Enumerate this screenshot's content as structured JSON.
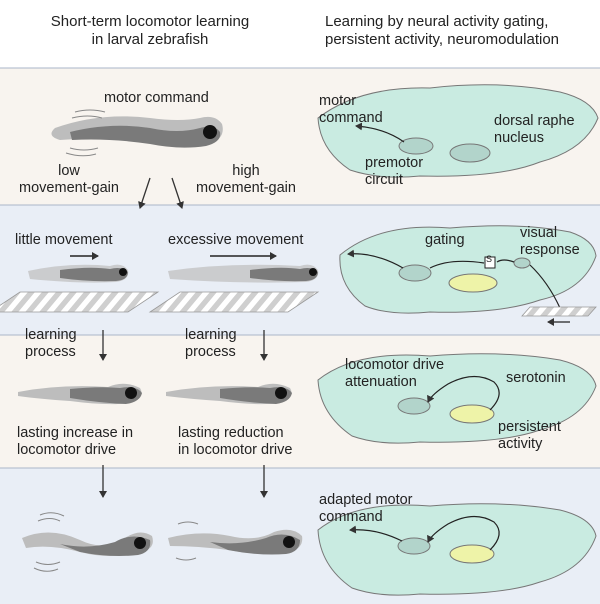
{
  "headers": {
    "left_line1": "Short-term locomotor learning",
    "left_line2": "in larval zebrafish",
    "right_line1": "Learning by neural activity gating,",
    "right_line2": "persistent activity, neuromodulation"
  },
  "panel1": {
    "motor_command": "motor command",
    "low_gain_line1": "low",
    "low_gain_line2": "movement-gain",
    "high_gain_line1": "high",
    "high_gain_line2": "movement-gain",
    "brain_motor_line1": "motor",
    "brain_motor_line2": "command",
    "dorsal_raphe_line1": "dorsal raphe",
    "dorsal_raphe_line2": "nucleus",
    "premotor_line1": "premotor",
    "premotor_line2": "circuit"
  },
  "panel2": {
    "little_movement": "little movement",
    "excessive_movement": "excessive movement",
    "gating": "gating",
    "visual_line1": "visual",
    "visual_line2": "response",
    "gate_symbol": "S"
  },
  "panel3": {
    "learning1_line1": "learning",
    "learning1_line2": "process",
    "learning2_line1": "learning",
    "learning2_line2": "process",
    "increase_line1": "lasting increase in",
    "increase_line2": "locomotor drive",
    "reduction_line1": "lasting reduction",
    "reduction_line2": "in locomotor drive",
    "attenuation_line1": "locomotor drive",
    "attenuation_line2": "attenuation",
    "serotonin": "serotonin",
    "persistent_line1": "persistent",
    "persistent_line2": "activity"
  },
  "panel4": {
    "adapted_line1": "adapted motor",
    "adapted_line2": "command"
  },
  "colors": {
    "panel1_bg": "#f8f4ef",
    "panel2_bg": "#e9eef6",
    "panel3_bg": "#f8f4ef",
    "panel4_bg": "#e9eef6",
    "brain_fill": "#c9ebe1",
    "yellow_region": "#eef3a8",
    "fish_dark": "#6f6f6f",
    "fish_light": "#bdbdbd"
  }
}
